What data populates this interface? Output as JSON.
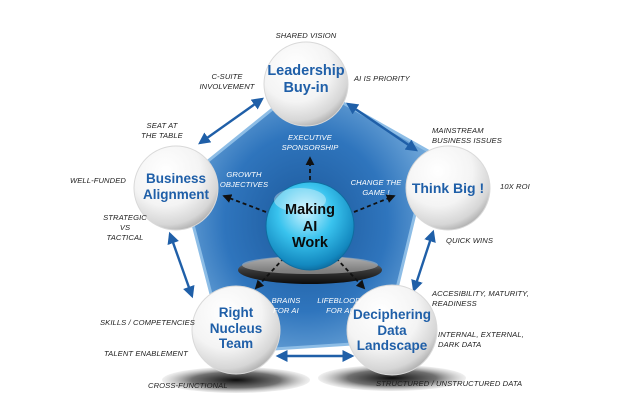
{
  "center": {
    "title": "Making\nAI\nWork"
  },
  "nodes": {
    "leadership": {
      "title": "Leadership\nBuy-in"
    },
    "think_big": {
      "title": "Think Big !"
    },
    "data": {
      "title": "Deciphering\nData\nLandscape"
    },
    "team": {
      "title": "Right\nNucleus\nTeam"
    },
    "alignment": {
      "title": "Business\nAlignment"
    }
  },
  "inner_labels": {
    "executive": "EXECUTIVE\nSPONSORSHIP",
    "change": "CHANGE THE\nGAME !",
    "lifeblood": "LIFEBLOOD\nFOR AI",
    "brains": "BRAINS\nFOR AI",
    "growth": "GROWTH\nOBJECTIVES"
  },
  "outer_labels": {
    "shared_vision": "SHARED VISION",
    "csuite": "C-SUITE\nINVOLVEMENT",
    "ai_priority": "AI IS PRIORITY",
    "mainstream": "MAINSTREAM\nBUSINESS ISSUES",
    "roi": "10x ROI",
    "quick_wins": "QUICK WINS",
    "accessibility": "ACCESIBILITY, MATURITY,\nREADINESS",
    "internal": "INTERNAL, EXTERNAL,\nDARK DATA",
    "structured": "STRUCTURED / UNSTRUCTURED DATA",
    "cross_functional": "CROSS-FUNCTIONAL",
    "talent": "TALENT ENABLEMENT",
    "skills": "SKILLS / COMPETENCIES",
    "strategic": "STRATEGIC\nVs\nTACTICAL",
    "well_funded": "WELL-FUNDED",
    "seat": "SEAT AT\nTHE TABLE"
  },
  "colors": {
    "pentagon_outer": "#6fa7d8",
    "pentagon_inner": "#174f93",
    "connector": "#1f5fa8",
    "node_title": "#1f5fa8",
    "center_blue": "#1aa7d8"
  }
}
